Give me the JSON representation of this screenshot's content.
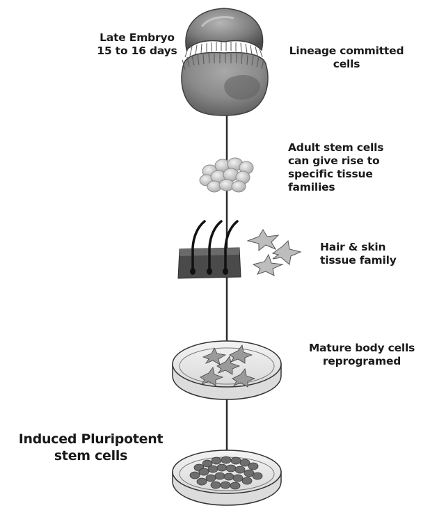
{
  "labels": {
    "late_embryo": [
      "Late Embryo",
      "15 to 16 days"
    ],
    "lineage": [
      "Lineage committed",
      "cells"
    ],
    "adult_stem": [
      "Adult stem cells",
      "can give rise to",
      "specific tissue",
      "families"
    ],
    "hair_skin": [
      "Hair & skin",
      "tissue family"
    ],
    "mature": [
      "Mature body cells",
      "reprogramed"
    ],
    "ips": [
      "Induced Pluripotent",
      "stem cells"
    ]
  },
  "colors": {
    "line": "#2b2b2b",
    "embryo_body": "#8a8a8a",
    "embryo_dark": "#5a5a5a",
    "cells": "#cfcfcf",
    "tissue": "#4a4a4a",
    "dish": "#e6e6e6"
  }
}
